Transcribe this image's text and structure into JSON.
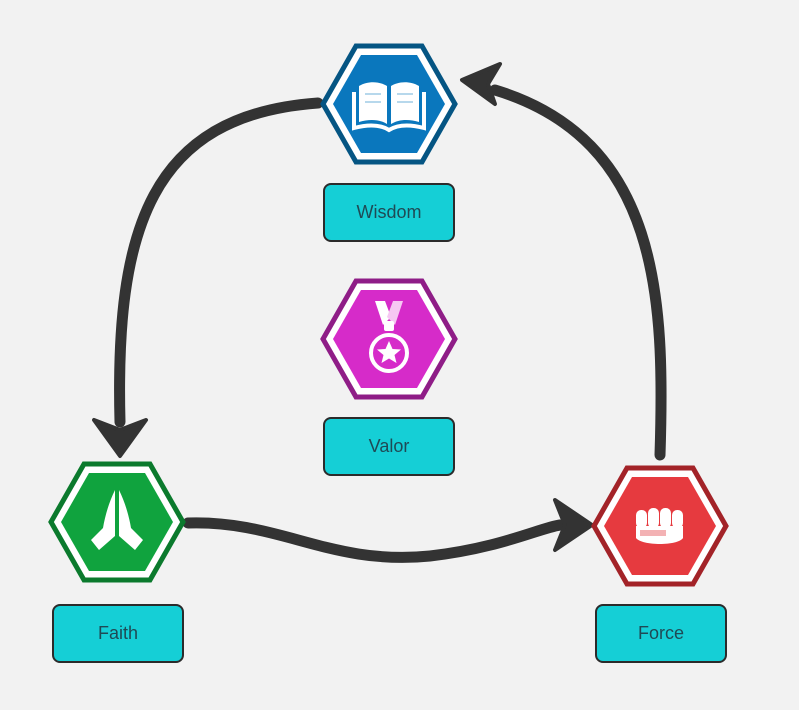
{
  "nodes": {
    "wisdom": {
      "label": "Wisdom",
      "icon": "book-icon",
      "color": "#0a77bd",
      "border": "#055583"
    },
    "valor": {
      "label": "Valor",
      "icon": "medal-icon",
      "color": "#d62bc9",
      "border": "#8f1d87"
    },
    "faith": {
      "label": "Faith",
      "icon": "praying-hands-icon",
      "color": "#10a33e",
      "border": "#0b7a2d"
    },
    "force": {
      "label": "Force",
      "icon": "fist-icon",
      "color": "#e63a3f",
      "border": "#a32328"
    }
  },
  "edges": [
    {
      "from": "Wisdom",
      "to": "Faith"
    },
    {
      "from": "Faith",
      "to": "Force"
    },
    {
      "from": "Force",
      "to": "Wisdom"
    }
  ],
  "colors": {
    "arrow": "#333333",
    "label_bg": "#15cfd6",
    "background": "#f2f2f2"
  }
}
